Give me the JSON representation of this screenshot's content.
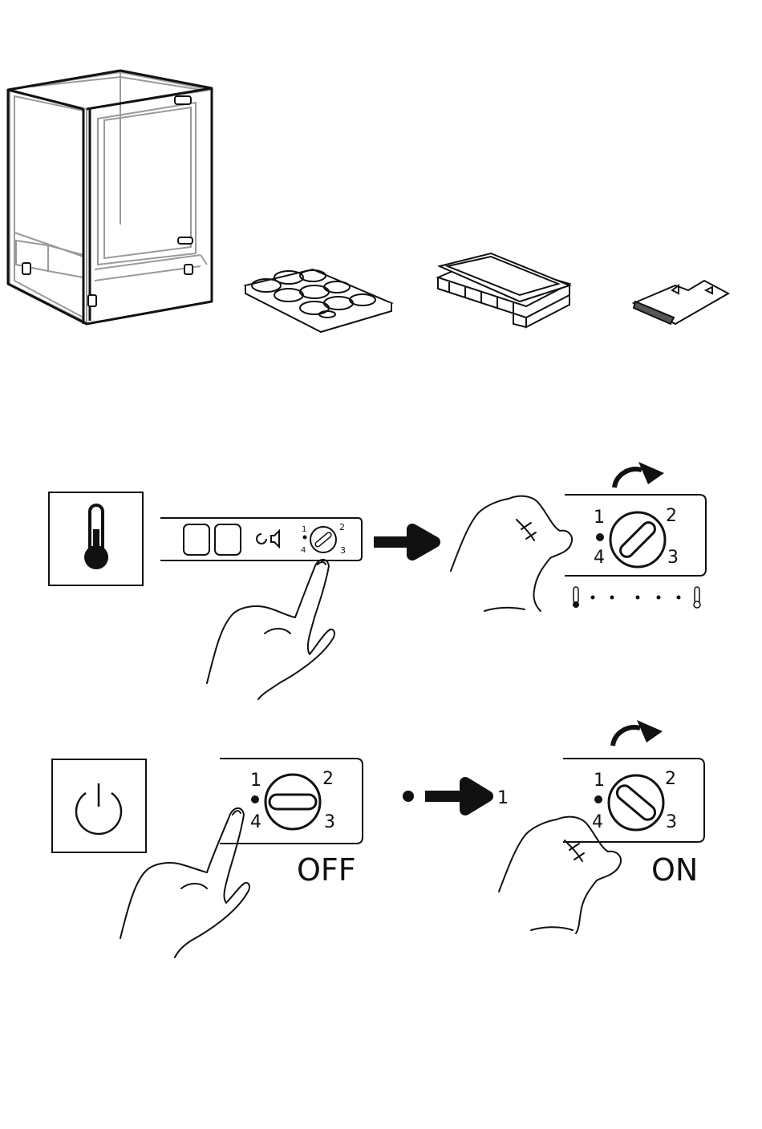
{
  "accessories": {
    "appliance": "undercounter-freezer",
    "items": [
      "ice-mould-tray",
      "ice-cube-tray",
      "ice-scraper"
    ]
  },
  "temperature_section": {
    "icon": "thermometer-icon",
    "panel_dial_labels": {
      "d1": "1",
      "d2": "2",
      "d3": "3",
      "d4": "4"
    },
    "zoom_dial_labels": {
      "d1": "1",
      "d2": "2",
      "d3": "3",
      "d4": "4"
    },
    "scale": {
      "left_icon": "thermometer-low-icon",
      "right_icon": "thermometer-high-icon",
      "dots": 5
    }
  },
  "power_section": {
    "icon": "power-icon",
    "off_dial_labels": {
      "d1": "1",
      "d2": "2",
      "d3": "3",
      "d4": "4"
    },
    "off_label": "OFF",
    "transition_label": "1",
    "on_dial_labels": {
      "d1": "1",
      "d2": "2",
      "d3": "3",
      "d4": "4"
    },
    "on_label": "ON"
  },
  "colors": {
    "ink": "#111111",
    "ghost": "#9a9a9a",
    "paper": "#ffffff"
  }
}
